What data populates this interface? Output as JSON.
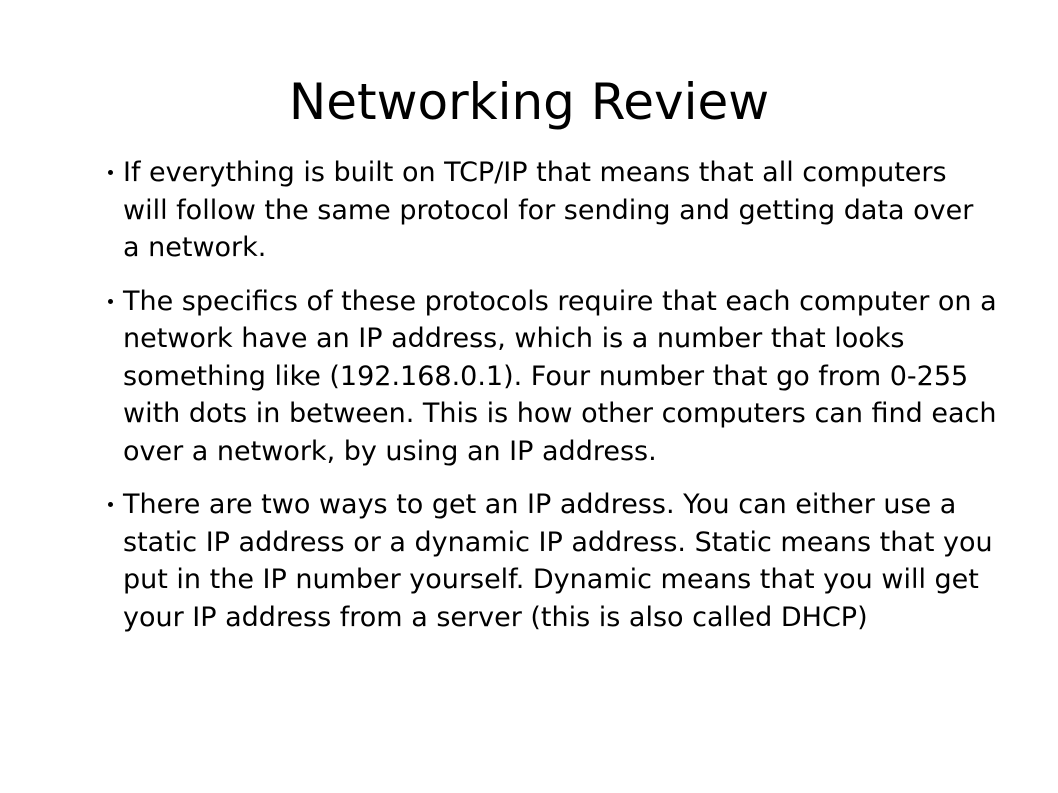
{
  "slide": {
    "title": "Networking Review",
    "bullets": [
      {
        "text": "If everything is built on TCP/IP that means that all computers will follow the same protocol for sending and getting data over a network."
      },
      {
        "text": "The specifics of these protocols require that each computer on a network have an IP address, which is a number that looks something like (192.168.0.1). Four number that go from 0-255 with dots in between. This is how other computers can find each over a network, by using an IP address."
      },
      {
        "text": "There are two ways to get an IP address. You can either use a static IP address or a dynamic IP address. Static means that you put in the IP number yourself. Dynamic means that you will get your IP address from a server (this is also called DHCP)"
      }
    ]
  }
}
